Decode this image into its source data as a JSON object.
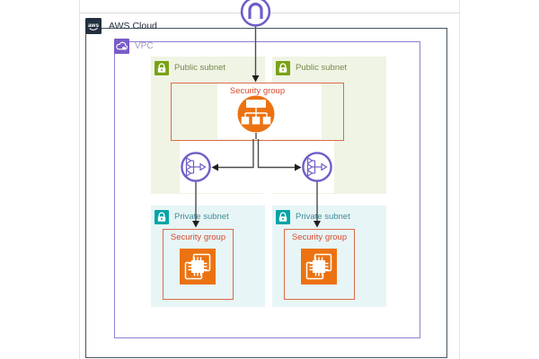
{
  "diagram_type": "aws-architecture-diagram",
  "aws_cloud": {
    "label": "AWS Cloud",
    "logo_text": "aws",
    "icon": "aws-cloud-icon"
  },
  "vpc": {
    "label": "VPC",
    "icon": "vpc-icon"
  },
  "subnets": [
    {
      "id": "public-subnet-left",
      "type": "public",
      "label": "Public subnet",
      "icon": "lock-icon"
    },
    {
      "id": "public-subnet-right",
      "type": "public",
      "label": "Public subnet",
      "icon": "lock-icon"
    },
    {
      "id": "private-subnet-left",
      "type": "private",
      "label": "Private subnet",
      "icon": "lock-icon"
    },
    {
      "id": "private-subnet-right",
      "type": "private",
      "label": "Private subnet",
      "icon": "lock-icon"
    }
  ],
  "security_groups": [
    {
      "id": "load-balancer-security-group",
      "label": "Security group",
      "contains": "elastic-load-balancer"
    },
    {
      "id": "private-left-security-group",
      "label": "Security group",
      "contains": "ec2-instances"
    },
    {
      "id": "private-right-security-group",
      "label": "Security group",
      "contains": "ec2-instances"
    }
  ],
  "nodes": {
    "users": {
      "icon": "users-icon"
    },
    "load_balancer": {
      "icon": "elastic-load-balancing-icon"
    },
    "nat_gateway_left": {
      "icon": "nat-gateway-icon"
    },
    "nat_gateway_right": {
      "icon": "nat-gateway-icon"
    },
    "ec2_left": {
      "icon": "ec2-instances-icon"
    },
    "ec2_right": {
      "icon": "ec2-instances-icon"
    }
  },
  "connections": [
    "users -> load-balancer-security-group",
    "load-balancer -> nat-gateway-left",
    "load-balancer -> nat-gateway-right",
    "nat-gateway-left -> private-left-security-group",
    "nat-gateway-right -> private-right-security-group"
  ],
  "colors": {
    "aws_dark": "#232F3E",
    "vpc_border_purple": "#8E7FD3",
    "icon_purple": "#6F5EC8",
    "vpc_icon_purple": "#7A5CC7",
    "public_green": "#7AA116",
    "public_subnet_bg": "#EFF4E4",
    "private_teal": "#01A4A6",
    "private_subnet_bg": "#E7F5F6",
    "security_group_border": "#DD6A49",
    "security_group_text": "#DB4A2E",
    "resource_orange": "#EC7211",
    "connector_gray": "#4C4C4C"
  }
}
